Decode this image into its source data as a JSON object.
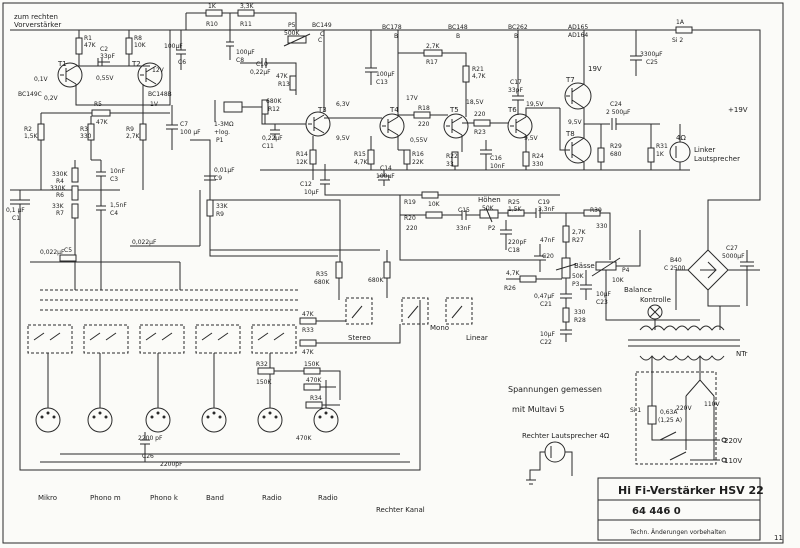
{
  "title_block": {
    "title": "Hi Fi-Verstärker HSV 22",
    "number": "64 446 0",
    "note": "Techn. Änderungen vorbehalten",
    "page_mark": "11"
  },
  "notes": {
    "measure_line1": "Spannungen gemessen",
    "measure_line2": "mit Multavi 5",
    "channel": "Rechter Kanal",
    "right_speaker": "Rechter Lautsprecher 4Ω",
    "left_speaker_line1": "Linker",
    "left_speaker_line2": "Lautsprecher",
    "left_speaker_ohm": "4Ω",
    "to_right_preamp_line1": "zum rechten",
    "to_right_preamp_line2": "Vorverstärker",
    "supply_v": "+19V",
    "mains_220": "220V",
    "mains_110": "110V",
    "sel_220": "220V",
    "sel_110": "110V",
    "lamp": "Kontrolle",
    "transformer": "NTr"
  },
  "inputs": [
    "Mikro",
    "Phono m",
    "Phono k",
    "Band",
    "Radio",
    "Radio"
  ],
  "switches": [
    "Stereo",
    "Mono",
    "Linear"
  ],
  "controls": [
    "Höhen",
    "Bässe",
    "Balance"
  ],
  "labels": [
    {
      "id": "T1",
      "t": "T1"
    },
    {
      "id": "T2",
      "t": "T2"
    },
    {
      "id": "bc149",
      "t": "BC149C"
    },
    {
      "id": "bc148b",
      "t": "BC148B"
    },
    {
      "id": "v01",
      "t": "0,1V"
    },
    {
      "id": "v055",
      "t": "0,55V"
    },
    {
      "id": "v12",
      "t": "12V"
    },
    {
      "id": "v02",
      "t": "0,2V"
    },
    {
      "id": "v1",
      "t": "1V"
    },
    {
      "id": "R1",
      "t": "R1"
    },
    {
      "id": "R1v",
      "t": "47K"
    },
    {
      "id": "R8",
      "t": "R8"
    },
    {
      "id": "R8v",
      "t": "10K"
    },
    {
      "id": "C2",
      "t": "C2"
    },
    {
      "id": "C2v",
      "t": "33pF"
    },
    {
      "id": "C6",
      "t": "C6"
    },
    {
      "id": "C6v",
      "t": "100µF"
    },
    {
      "id": "R5",
      "t": "R5"
    },
    {
      "id": "R5v",
      "t": "47K"
    },
    {
      "id": "R2",
      "t": "R2"
    },
    {
      "id": "R2v",
      "t": "1,5K"
    },
    {
      "id": "R3",
      "t": "R3"
    },
    {
      "id": "R3v",
      "t": "330"
    },
    {
      "id": "R9",
      "t": "R9"
    },
    {
      "id": "R9v",
      "t": "2,7K"
    },
    {
      "id": "C7",
      "t": "C7"
    },
    {
      "id": "C7v",
      "t": "100 µF"
    },
    {
      "id": "R4v",
      "t": "330K"
    },
    {
      "id": "R4",
      "t": "R4"
    },
    {
      "id": "R6v",
      "t": "330K"
    },
    {
      "id": "R6",
      "t": "R6"
    },
    {
      "id": "R7v",
      "t": "33K"
    },
    {
      "id": "R7",
      "t": "R7"
    },
    {
      "id": "C3v",
      "t": "10nF"
    },
    {
      "id": "C3",
      "t": "C3"
    },
    {
      "id": "C4v",
      "t": "1,5nF"
    },
    {
      "id": "C4",
      "t": "C4"
    },
    {
      "id": "C1v",
      "t": "0,1 µF"
    },
    {
      "id": "C1",
      "t": "C1"
    },
    {
      "id": "R10v",
      "t": "1K"
    },
    {
      "id": "R10",
      "t": "R10"
    },
    {
      "id": "R11v",
      "t": "3,3K"
    },
    {
      "id": "R11",
      "t": "R11"
    },
    {
      "id": "C8v",
      "t": "100µF"
    },
    {
      "id": "C8",
      "t": "C8"
    },
    {
      "id": "P5",
      "t": "P5"
    },
    {
      "id": "P5v",
      "t": "500K"
    },
    {
      "id": "P5c",
      "t": "C"
    },
    {
      "id": "C10",
      "t": "C10"
    },
    {
      "id": "C10v",
      "t": "0,22µF"
    },
    {
      "id": "bc149b",
      "t": "BC149"
    },
    {
      "id": "bc149c",
      "t": "C"
    },
    {
      "id": "R13v",
      "t": "47K"
    },
    {
      "id": "R13",
      "t": "R13"
    },
    {
      "id": "R12v",
      "t": "680K"
    },
    {
      "id": "R12",
      "t": "R12"
    },
    {
      "id": "T3",
      "t": "T3"
    },
    {
      "id": "v63",
      "t": "6,3V"
    },
    {
      "id": "v95a",
      "t": "9,5V"
    },
    {
      "id": "P1v",
      "t": "1-3MΩ"
    },
    {
      "id": "P1lg",
      "t": "+log."
    },
    {
      "id": "P1",
      "t": "P1"
    },
    {
      "id": "C11v",
      "t": "0,22µF"
    },
    {
      "id": "C11",
      "t": "C11"
    },
    {
      "id": "C9v",
      "t": "0,01µF"
    },
    {
      "id": "C9",
      "t": "C9"
    },
    {
      "id": "R9bv",
      "t": "33K"
    },
    {
      "id": "R9b",
      "t": "R9"
    },
    {
      "id": "R14",
      "t": "R14"
    },
    {
      "id": "R14v",
      "t": "12K"
    },
    {
      "id": "C12",
      "t": "C12"
    },
    {
      "id": "C12v",
      "t": "10µF"
    },
    {
      "id": "bc178",
      "t": "BC178"
    },
    {
      "id": "bc178b",
      "t": "B"
    },
    {
      "id": "C13v",
      "t": "100µF"
    },
    {
      "id": "C13",
      "t": "C13"
    },
    {
      "id": "T4",
      "t": "T4"
    },
    {
      "id": "v17",
      "t": "17V"
    },
    {
      "id": "R15",
      "t": "R15"
    },
    {
      "id": "R15v",
      "t": "4,7K"
    },
    {
      "id": "C14",
      "t": "C14"
    },
    {
      "id": "C14v",
      "t": "100µF"
    },
    {
      "id": "v055b",
      "t": "0,55V"
    },
    {
      "id": "R16",
      "t": "R16"
    },
    {
      "id": "R16v",
      "t": "22K"
    },
    {
      "id": "R18",
      "t": "R18"
    },
    {
      "id": "R18v",
      "t": "220"
    },
    {
      "id": "bc148",
      "t": "BC148"
    },
    {
      "id": "bc148c",
      "t": "B"
    },
    {
      "id": "R17v",
      "t": "2,7K"
    },
    {
      "id": "R17",
      "t": "R17"
    },
    {
      "id": "R21",
      "t": "R21"
    },
    {
      "id": "R21v",
      "t": "4,7K"
    },
    {
      "id": "T5",
      "t": "T5"
    },
    {
      "id": "v185",
      "t": "18,5V"
    },
    {
      "id": "R22",
      "t": "R22"
    },
    {
      "id": "R22v",
      "t": "33"
    },
    {
      "id": "C16",
      "t": "C16"
    },
    {
      "id": "C16v",
      "t": "10nF"
    },
    {
      "id": "R20v",
      "t": "220"
    },
    {
      "id": "R23",
      "t": "R23"
    },
    {
      "id": "bc262",
      "t": "BC262"
    },
    {
      "id": "bc262b",
      "t": "B"
    },
    {
      "id": "C17",
      "t": "C17"
    },
    {
      "id": "C17v",
      "t": "33pF"
    },
    {
      "id": "T6",
      "t": "T6"
    },
    {
      "id": "v195",
      "t": "19,5V"
    },
    {
      "id": "v95b",
      "t": "9,5V"
    },
    {
      "id": "R24",
      "t": "R24"
    },
    {
      "id": "R24v",
      "t": "330"
    },
    {
      "id": "ad165",
      "t": "AD165"
    },
    {
      "id": "ad164",
      "t": "AD164"
    },
    {
      "id": "T7",
      "t": "T7"
    },
    {
      "id": "T8",
      "t": "T8"
    },
    {
      "id": "v19",
      "t": "19V"
    },
    {
      "id": "v95c",
      "t": "9,5V"
    },
    {
      "id": "Si2v",
      "t": "1A"
    },
    {
      "id": "Si2",
      "t": "Si 2"
    },
    {
      "id": "C25v",
      "t": "3300µF"
    },
    {
      "id": "C25",
      "t": "C25"
    },
    {
      "id": "C24",
      "t": "C24"
    },
    {
      "id": "C24v",
      "t": "2 500µF"
    },
    {
      "id": "R29",
      "t": "R29"
    },
    {
      "id": "R29v",
      "t": "680"
    },
    {
      "id": "R31",
      "t": "R31"
    },
    {
      "id": "R31v",
      "t": "1K"
    },
    {
      "id": "R19",
      "t": "R19"
    },
    {
      "id": "R19v",
      "t": "10K"
    },
    {
      "id": "R20",
      "t": "R20"
    },
    {
      "id": "R20b",
      "t": "220"
    },
    {
      "id": "C15",
      "t": "C15"
    },
    {
      "id": "C15v",
      "t": "33nF"
    },
    {
      "id": "P2v",
      "t": "50K"
    },
    {
      "id": "P2",
      "t": "P2"
    },
    {
      "id": "R25",
      "t": "R25"
    },
    {
      "id": "R25v",
      "t": "1,5K"
    },
    {
      "id": "C19",
      "t": "C19"
    },
    {
      "id": "C19v",
      "t": "3,3nF"
    },
    {
      "id": "R30",
      "t": "R30"
    },
    {
      "id": "R30v",
      "t": "330"
    },
    {
      "id": "C18v",
      "t": "220pF"
    },
    {
      "id": "C18",
      "t": "C18"
    },
    {
      "id": "C20v",
      "t": "47nF"
    },
    {
      "id": "C20",
      "t": "C20"
    },
    {
      "id": "R27v",
      "t": "2,7K"
    },
    {
      "id": "R27",
      "t": "R27"
    },
    {
      "id": "R26v",
      "t": "4,7K"
    },
    {
      "id": "R26",
      "t": "R26"
    },
    {
      "id": "P3v",
      "t": "50K"
    },
    {
      "id": "P3",
      "t": "P3"
    },
    {
      "id": "P4",
      "t": "P4"
    },
    {
      "id": "P4v",
      "t": "10K"
    },
    {
      "id": "C23v",
      "t": "10µF"
    },
    {
      "id": "C23",
      "t": "C23"
    },
    {
      "id": "C21v",
      "t": "0,47µF"
    },
    {
      "id": "C21",
      "t": "C21"
    },
    {
      "id": "R28v",
      "t": "330"
    },
    {
      "id": "R28",
      "t": "R28"
    },
    {
      "id": "C22v",
      "t": "10µF"
    },
    {
      "id": "C22",
      "t": "C22"
    },
    {
      "id": "B40",
      "t": "B40"
    },
    {
      "id": "C2500",
      "t": "C 2500"
    },
    {
      "id": "C27",
      "t": "C27"
    },
    {
      "id": "C27v",
      "t": "5000µF"
    },
    {
      "id": "Si1",
      "t": "Si 1"
    },
    {
      "id": "Si1v",
      "t": "0,63A"
    },
    {
      "id": "Si1w",
      "t": "(1,25 A)"
    },
    {
      "id": "C5v",
      "t": "0,022µF"
    },
    {
      "id": "C5",
      "t": "C5"
    },
    {
      "id": "C5w",
      "t": "0,022µF"
    },
    {
      "id": "R35",
      "t": "R35"
    },
    {
      "id": "R35v",
      "t": "680K"
    },
    {
      "id": "R680",
      "t": "680K"
    },
    {
      "id": "R33v",
      "t": "47K"
    },
    {
      "id": "R33",
      "t": "R33"
    },
    {
      "id": "R47",
      "t": "47K"
    },
    {
      "id": "R32",
      "t": "R32"
    },
    {
      "id": "R32v",
      "t": "150K"
    },
    {
      "id": "R150",
      "t": "150K"
    },
    {
      "id": "R470",
      "t": "470K"
    },
    {
      "id": "R34",
      "t": "R34"
    },
    {
      "id": "R470b",
      "t": "470K"
    },
    {
      "id": "C26v",
      "t": "2200 pF"
    },
    {
      "id": "C26",
      "t": "C26"
    },
    {
      "id": "C2200",
      "t": "2200pF"
    }
  ]
}
